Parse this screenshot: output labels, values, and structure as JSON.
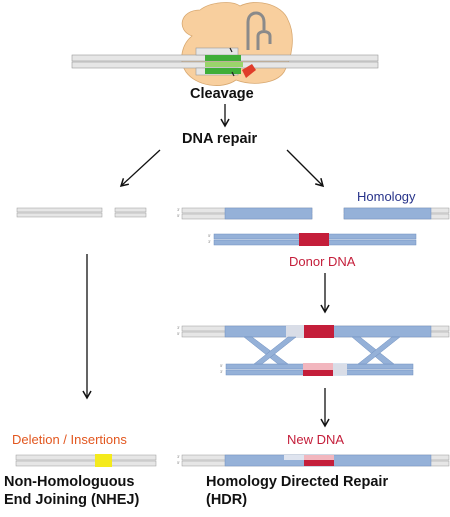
{
  "labels": {
    "cleavage": "Cleavage",
    "dna_repair": "DNA repair",
    "homology": "Homology",
    "donor_dna": "Donor DNA",
    "new_dna": "New DNA",
    "deletion_insertions": "Deletion / Insertions",
    "nhej_line1": "Non-Homologuous",
    "nhej_line2": "End Joining (NHEJ)",
    "hdr_line1": "Homology Directed Repair",
    "hdr_line2": "(HDR)",
    "strand_3prime": "3'",
    "strand_5prime": "5'"
  },
  "colors": {
    "gray_strand": "#e6e6e6",
    "homology_blue": "#95b1d8",
    "donor_red": "#c41e3a",
    "light_red": "#f2b6be",
    "yellow_insert": "#f4ea1c",
    "cas9_body": "#f8cf9e",
    "guide_green": "#3fae38",
    "pam_red": "#e03c2a",
    "homology_text": "#27338a",
    "deletion_text": "#e2571f"
  },
  "icons": [
    "cas9-protein-icon",
    "guide-rna-icon",
    "arrow-down-icon"
  ]
}
